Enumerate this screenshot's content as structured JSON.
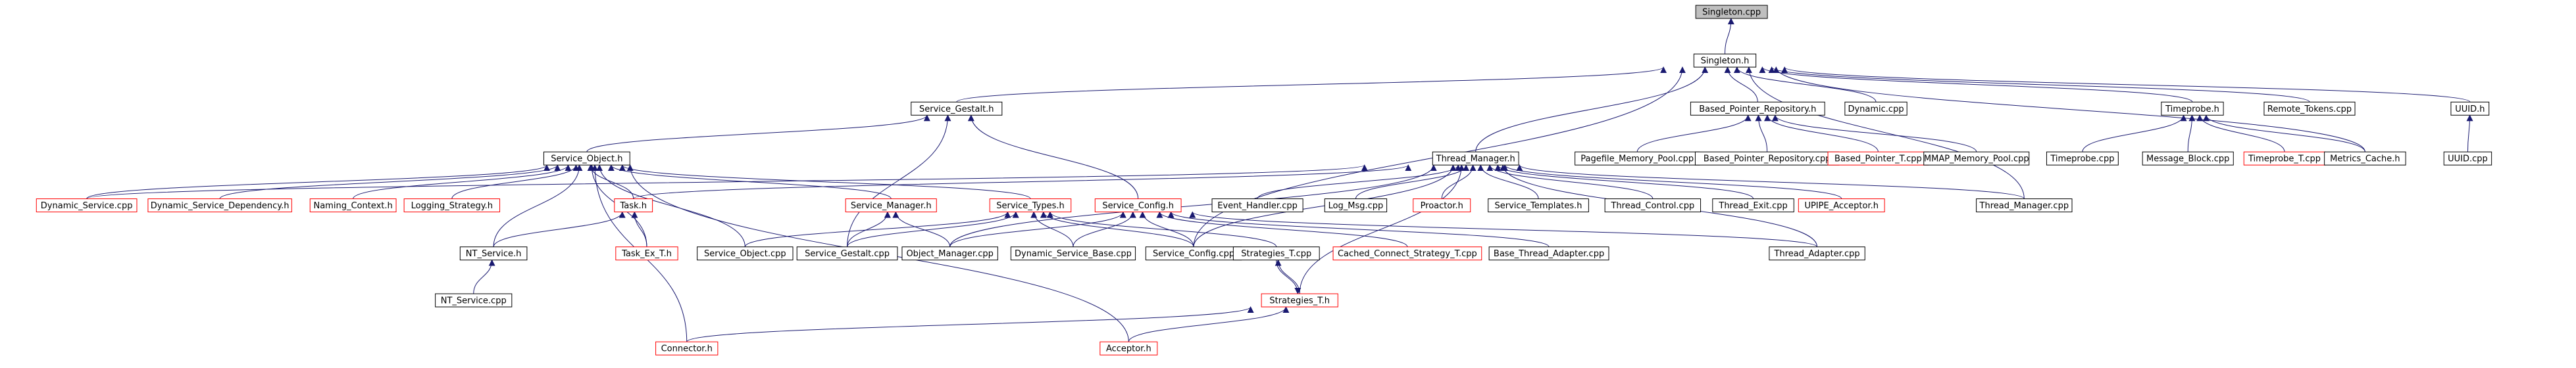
{
  "graph": {
    "colors": {
      "edge": "#191970",
      "root_fill": "#bfbfbf",
      "incomplete_border": "#ff0000",
      "complete_border": "#000000"
    },
    "nodes": [
      {
        "id": "singleton_cpp",
        "label": "Singleton.cpp",
        "style": "root"
      },
      {
        "id": "singleton_h",
        "label": "Singleton.h",
        "style": "normal"
      },
      {
        "id": "service_gestalt_h",
        "label": "Service_Gestalt.h",
        "style": "normal"
      },
      {
        "id": "based_pointer_repository_h",
        "label": "Based_Pointer_Repository.h",
        "style": "normal"
      },
      {
        "id": "dynamic_cpp",
        "label": "Dynamic.cpp",
        "style": "normal"
      },
      {
        "id": "timeprobe_h",
        "label": "Timeprobe.h",
        "style": "normal"
      },
      {
        "id": "remote_tokens_cpp",
        "label": "Remote_Tokens.cpp",
        "style": "normal"
      },
      {
        "id": "uuid_h",
        "label": "UUID.h",
        "style": "normal"
      },
      {
        "id": "service_object_h",
        "label": "Service_Object.h",
        "style": "normal"
      },
      {
        "id": "thread_manager_h",
        "label": "Thread_Manager.h",
        "style": "normal"
      },
      {
        "id": "pagefile_memory_pool_cpp",
        "label": "Pagefile_Memory_Pool.cpp",
        "style": "normal"
      },
      {
        "id": "based_pointer_repository_cpp",
        "label": "Based_Pointer_Repository.cpp",
        "style": "normal"
      },
      {
        "id": "based_pointer_t_cpp",
        "label": "Based_Pointer_T.cpp",
        "style": "incomplete"
      },
      {
        "id": "mmap_memory_pool_cpp",
        "label": "MMAP_Memory_Pool.cpp",
        "style": "normal"
      },
      {
        "id": "timeprobe_cpp",
        "label": "Timeprobe.cpp",
        "style": "normal"
      },
      {
        "id": "message_block_cpp",
        "label": "Message_Block.cpp",
        "style": "normal"
      },
      {
        "id": "timeprobe_t_cpp",
        "label": "Timeprobe_T.cpp",
        "style": "incomplete"
      },
      {
        "id": "metrics_cache_h",
        "label": "Metrics_Cache.h",
        "style": "normal"
      },
      {
        "id": "uuid_cpp",
        "label": "UUID.cpp",
        "style": "normal"
      },
      {
        "id": "dynamic_service_cpp",
        "label": "Dynamic_Service.cpp",
        "style": "incomplete"
      },
      {
        "id": "dynamic_service_dependency_h",
        "label": "Dynamic_Service_Dependency.h",
        "style": "incomplete"
      },
      {
        "id": "naming_context_h",
        "label": "Naming_Context.h",
        "style": "incomplete"
      },
      {
        "id": "logging_strategy_h",
        "label": "Logging_Strategy.h",
        "style": "incomplete"
      },
      {
        "id": "task_h",
        "label": "Task.h",
        "style": "incomplete"
      },
      {
        "id": "service_manager_h",
        "label": "Service_Manager.h",
        "style": "incomplete"
      },
      {
        "id": "service_types_h",
        "label": "Service_Types.h",
        "style": "incomplete"
      },
      {
        "id": "service_config_h",
        "label": "Service_Config.h",
        "style": "incomplete"
      },
      {
        "id": "event_handler_cpp",
        "label": "Event_Handler.cpp",
        "style": "normal"
      },
      {
        "id": "log_msg_cpp",
        "label": "Log_Msg.cpp",
        "style": "normal"
      },
      {
        "id": "proactor_h",
        "label": "Proactor.h",
        "style": "incomplete"
      },
      {
        "id": "service_templates_h",
        "label": "Service_Templates.h",
        "style": "normal"
      },
      {
        "id": "thread_control_cpp",
        "label": "Thread_Control.cpp",
        "style": "normal"
      },
      {
        "id": "thread_exit_cpp",
        "label": "Thread_Exit.cpp",
        "style": "normal"
      },
      {
        "id": "upipe_acceptor_h",
        "label": "UPIPE_Acceptor.h",
        "style": "incomplete"
      },
      {
        "id": "thread_manager_cpp",
        "label": "Thread_Manager.cpp",
        "style": "normal"
      },
      {
        "id": "nt_service_h",
        "label": "NT_Service.h",
        "style": "normal"
      },
      {
        "id": "task_ex_t_h",
        "label": "Task_Ex_T.h",
        "style": "incomplete"
      },
      {
        "id": "service_object_cpp",
        "label": "Service_Object.cpp",
        "style": "normal"
      },
      {
        "id": "service_gestalt_cpp",
        "label": "Service_Gestalt.cpp",
        "style": "normal"
      },
      {
        "id": "object_manager_cpp",
        "label": "Object_Manager.cpp",
        "style": "normal"
      },
      {
        "id": "dynamic_service_base_cpp",
        "label": "Dynamic_Service_Base.cpp",
        "style": "normal"
      },
      {
        "id": "service_config_cpp",
        "label": "Service_Config.cpp",
        "style": "normal"
      },
      {
        "id": "strategies_t_cpp",
        "label": "Strategies_T.cpp",
        "style": "normal"
      },
      {
        "id": "cached_connect_strategy_t_cpp",
        "label": "Cached_Connect_Strategy_T.cpp",
        "style": "incomplete"
      },
      {
        "id": "base_thread_adapter_cpp",
        "label": "Base_Thread_Adapter.cpp",
        "style": "normal"
      },
      {
        "id": "thread_adapter_cpp",
        "label": "Thread_Adapter.cpp",
        "style": "normal"
      },
      {
        "id": "nt_service_cpp",
        "label": "NT_Service.cpp",
        "style": "normal"
      },
      {
        "id": "strategies_t_h",
        "label": "Strategies_T.h",
        "style": "incomplete"
      },
      {
        "id": "connector_h",
        "label": "Connector.h",
        "style": "incomplete"
      },
      {
        "id": "acceptor_h",
        "label": "Acceptor.h",
        "style": "incomplete"
      }
    ],
    "edges": [
      {
        "from": "singleton_h",
        "to": "singleton_cpp"
      },
      {
        "from": "service_gestalt_h",
        "to": "singleton_h"
      },
      {
        "from": "based_pointer_repository_h",
        "to": "singleton_h"
      },
      {
        "from": "dynamic_cpp",
        "to": "singleton_h"
      },
      {
        "from": "timeprobe_h",
        "to": "singleton_h"
      },
      {
        "from": "remote_tokens_cpp",
        "to": "singleton_h"
      },
      {
        "from": "uuid_h",
        "to": "singleton_h"
      },
      {
        "from": "thread_manager_h",
        "to": "singleton_h"
      },
      {
        "from": "service_config_cpp",
        "to": "singleton_h"
      },
      {
        "from": "thread_manager_cpp",
        "to": "singleton_h"
      },
      {
        "from": "metrics_cache_h",
        "to": "singleton_h"
      },
      {
        "from": "service_object_h",
        "to": "service_gestalt_h"
      },
      {
        "from": "service_config_h",
        "to": "service_gestalt_h"
      },
      {
        "from": "service_gestalt_cpp",
        "to": "service_gestalt_h"
      },
      {
        "from": "pagefile_memory_pool_cpp",
        "to": "based_pointer_repository_h"
      },
      {
        "from": "based_pointer_repository_cpp",
        "to": "based_pointer_repository_h"
      },
      {
        "from": "based_pointer_t_cpp",
        "to": "based_pointer_repository_h"
      },
      {
        "from": "mmap_memory_pool_cpp",
        "to": "based_pointer_repository_h"
      },
      {
        "from": "timeprobe_cpp",
        "to": "timeprobe_h"
      },
      {
        "from": "message_block_cpp",
        "to": "timeprobe_h"
      },
      {
        "from": "timeprobe_t_cpp",
        "to": "timeprobe_h"
      },
      {
        "from": "metrics_cache_h",
        "to": "timeprobe_h"
      },
      {
        "from": "uuid_cpp",
        "to": "uuid_h"
      },
      {
        "from": "dynamic_service_cpp",
        "to": "service_object_h"
      },
      {
        "from": "dynamic_service_dependency_h",
        "to": "service_object_h"
      },
      {
        "from": "naming_context_h",
        "to": "service_object_h"
      },
      {
        "from": "logging_strategy_h",
        "to": "service_object_h"
      },
      {
        "from": "task_h",
        "to": "service_object_h"
      },
      {
        "from": "service_manager_h",
        "to": "service_object_h"
      },
      {
        "from": "service_types_h",
        "to": "service_object_h"
      },
      {
        "from": "nt_service_h",
        "to": "service_object_h"
      },
      {
        "from": "task_ex_t_h",
        "to": "service_object_h"
      },
      {
        "from": "service_object_cpp",
        "to": "service_object_h"
      },
      {
        "from": "connector_h",
        "to": "service_object_h"
      },
      {
        "from": "acceptor_h",
        "to": "service_object_h"
      },
      {
        "from": "dynamic_service_cpp",
        "to": "thread_manager_h"
      },
      {
        "from": "task_h",
        "to": "thread_manager_h"
      },
      {
        "from": "event_handler_cpp",
        "to": "thread_manager_h"
      },
      {
        "from": "log_msg_cpp",
        "to": "thread_manager_h"
      },
      {
        "from": "proactor_h",
        "to": "thread_manager_h"
      },
      {
        "from": "service_templates_h",
        "to": "thread_manager_h"
      },
      {
        "from": "thread_control_cpp",
        "to": "thread_manager_h"
      },
      {
        "from": "thread_exit_cpp",
        "to": "thread_manager_h"
      },
      {
        "from": "upipe_acceptor_h",
        "to": "thread_manager_h"
      },
      {
        "from": "thread_manager_cpp",
        "to": "thread_manager_h"
      },
      {
        "from": "object_manager_cpp",
        "to": "thread_manager_h"
      },
      {
        "from": "service_config_cpp",
        "to": "thread_manager_h"
      },
      {
        "from": "thread_adapter_cpp",
        "to": "thread_manager_h"
      },
      {
        "from": "strategies_t_h",
        "to": "thread_manager_h"
      },
      {
        "from": "nt_service_h",
        "to": "task_h"
      },
      {
        "from": "task_ex_t_h",
        "to": "task_h"
      },
      {
        "from": "service_gestalt_cpp",
        "to": "service_manager_h"
      },
      {
        "from": "object_manager_cpp",
        "to": "service_manager_h"
      },
      {
        "from": "service_object_cpp",
        "to": "service_types_h"
      },
      {
        "from": "service_gestalt_cpp",
        "to": "service_types_h"
      },
      {
        "from": "dynamic_service_base_cpp",
        "to": "service_types_h"
      },
      {
        "from": "service_config_cpp",
        "to": "service_types_h"
      },
      {
        "from": "strategies_t_cpp",
        "to": "service_types_h"
      },
      {
        "from": "object_manager_cpp",
        "to": "service_config_h"
      },
      {
        "from": "dynamic_service_base_cpp",
        "to": "service_config_h"
      },
      {
        "from": "service_config_cpp",
        "to": "service_config_h"
      },
      {
        "from": "cached_connect_strategy_t_cpp",
        "to": "service_config_h"
      },
      {
        "from": "base_thread_adapter_cpp",
        "to": "service_config_h"
      },
      {
        "from": "thread_adapter_cpp",
        "to": "service_config_h"
      },
      {
        "from": "nt_service_cpp",
        "to": "nt_service_h"
      },
      {
        "from": "strategies_t_cpp",
        "to": "strategies_t_h"
      },
      {
        "from": "strategies_t_h",
        "to": "strategies_t_cpp"
      },
      {
        "from": "connector_h",
        "to": "strategies_t_h"
      },
      {
        "from": "acceptor_h",
        "to": "strategies_t_h"
      }
    ]
  }
}
